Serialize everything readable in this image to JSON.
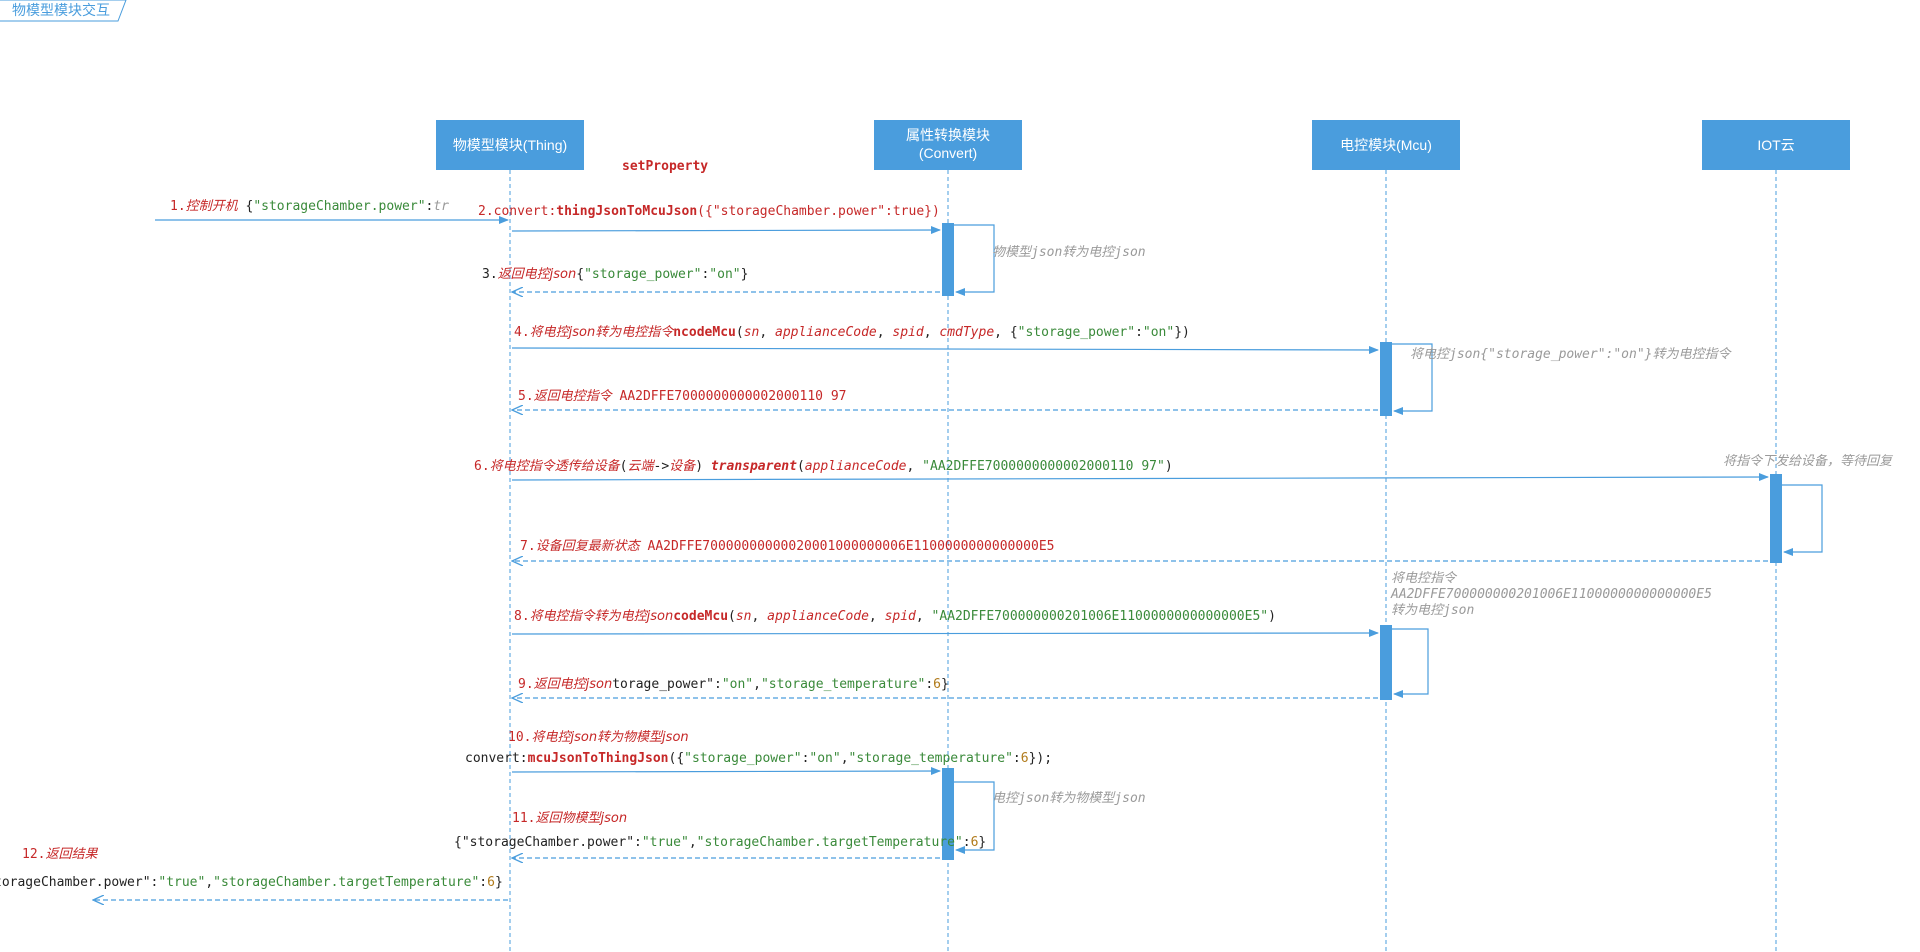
{
  "frame_label": "物模型模块交互",
  "participants": [
    {
      "line1": "物模型模块(Thing)",
      "line2": ""
    },
    {
      "line1": "属性转换模块",
      "line2": "(Convert)"
    },
    {
      "line1": "电控模块(Mcu)",
      "line2": ""
    },
    {
      "line1": "IOT云",
      "line2": ""
    }
  ],
  "colors": {
    "box": "#4a9ddd",
    "lifeline": "#4a9ddd",
    "red_text": "#c62828",
    "green_text": "#3a8a3a",
    "grey_note": "#9a9a9a"
  },
  "messages": [
    {
      "kind": "solid",
      "segments": [
        {
          "text": "setProperty",
          "style": "red bold"
        }
      ]
    },
    {
      "kind": "solid",
      "segments": [
        {
          "text": "1.",
          "style": "red"
        },
        {
          "text": "控制开机",
          "style": "red ital cjk"
        },
        {
          "text": " {",
          "style": "dark"
        },
        {
          "text": "\"storageChamber.power\"",
          "style": "green"
        },
        {
          "text": ":",
          "style": "dark"
        },
        {
          "text": "tr",
          "style": "grey"
        }
      ]
    },
    {
      "kind": "solid",
      "segments": [
        {
          "text": "2.",
          "style": "red"
        },
        {
          "text": "convert:",
          "style": "red"
        },
        {
          "text": "thingJsonToMcuJson",
          "style": "red bold"
        },
        {
          "text": "({",
          "style": "red"
        },
        {
          "text": "\"storageChamber.power\"",
          "style": "red"
        },
        {
          "text": ":true})",
          "style": "red"
        }
      ]
    },
    {
      "kind": "dashed",
      "segments": [
        {
          "text": "3.",
          "style": "dark"
        },
        {
          "text": "返回电控json",
          "style": "red ital cjk"
        },
        {
          "text": "{",
          "style": "dark"
        },
        {
          "text": "\"storage_power\"",
          "style": "green"
        },
        {
          "text": ":",
          "style": "dark"
        },
        {
          "text": "\"on\"",
          "style": "green"
        },
        {
          "text": "}",
          "style": "dark"
        }
      ]
    },
    {
      "kind": "solid",
      "segments": [
        {
          "text": "4.",
          "style": "red"
        },
        {
          "text": "将电控json转为电控指令",
          "style": "red ital cjk"
        },
        {
          "text": "ncodeMcu",
          "style": "red bold"
        },
        {
          "text": "(",
          "style": "dark"
        },
        {
          "text": "sn",
          "style": "red ital"
        },
        {
          "text": ", ",
          "style": "dark"
        },
        {
          "text": "applianceCode",
          "style": "red ital"
        },
        {
          "text": ", ",
          "style": "dark"
        },
        {
          "text": "spid",
          "style": "red ital"
        },
        {
          "text": ", ",
          "style": "dark"
        },
        {
          "text": "cmdType",
          "style": "red ital"
        },
        {
          "text": ", {",
          "style": "dark"
        },
        {
          "text": "\"storage_power\"",
          "style": "green"
        },
        {
          "text": ":",
          "style": "dark"
        },
        {
          "text": "\"on\"",
          "style": "green"
        },
        {
          "text": "})",
          "style": "dark"
        }
      ]
    },
    {
      "kind": "dashed",
      "segments": [
        {
          "text": "5.",
          "style": "red"
        },
        {
          "text": "返回电控指令",
          "style": "red ital cjk"
        },
        {
          "text": " AA2DFFE7000000000002000110 97",
          "style": "red"
        }
      ]
    },
    {
      "kind": "solid",
      "segments": [
        {
          "text": "6.",
          "style": "red"
        },
        {
          "text": "将电控指令透传给设备",
          "style": "red ital cjk"
        },
        {
          "text": "(",
          "style": "dark"
        },
        {
          "text": "云端",
          "style": "red ital cjk"
        },
        {
          "text": "->",
          "style": "dark"
        },
        {
          "text": "设备",
          "style": "red ital cjk"
        },
        {
          "text": ")  ",
          "style": "dark"
        },
        {
          "text": "transparent",
          "style": "red bold ital"
        },
        {
          "text": "(",
          "style": "dark"
        },
        {
          "text": "applianceCode",
          "style": "red ital"
        },
        {
          "text": ", ",
          "style": "dark"
        },
        {
          "text": "\"AA2DFFE7000000000002000110 97\"",
          "style": "green"
        },
        {
          "text": ")",
          "style": "dark"
        }
      ]
    },
    {
      "kind": "dashed",
      "segments": [
        {
          "text": "7.",
          "style": "red"
        },
        {
          "text": "设备回复最新状态",
          "style": "red ital cjk"
        },
        {
          "text": "  AA2DFFE70000000000020001000000006E1100000000000000E5",
          "style": "red"
        }
      ]
    },
    {
      "kind": "solid",
      "segments": [
        {
          "text": "8.",
          "style": "red"
        },
        {
          "text": "将电控指令转为电控json",
          "style": "red ital cjk"
        },
        {
          "text": "codeMcu",
          "style": "red bold"
        },
        {
          "text": "(",
          "style": "dark"
        },
        {
          "text": "sn",
          "style": "red ital"
        },
        {
          "text": ", ",
          "style": "dark"
        },
        {
          "text": "applianceCode",
          "style": "red ital"
        },
        {
          "text": ", ",
          "style": "dark"
        },
        {
          "text": "spid",
          "style": "red ital"
        },
        {
          "text": ", ",
          "style": "dark"
        },
        {
          "text": "\"AA2DFFE700000000201006E1100000000000000E5\"",
          "style": "green"
        },
        {
          "text": ")",
          "style": "dark"
        }
      ]
    },
    {
      "kind": "dashed",
      "segments": [
        {
          "text": "9.",
          "style": "red"
        },
        {
          "text": "返回电控json",
          "style": "red ital cjk"
        },
        {
          "text": "torage_power\"",
          "style": "dark"
        },
        {
          "text": ":",
          "style": "dark"
        },
        {
          "text": "\"on\"",
          "style": "green"
        },
        {
          "text": ",",
          "style": "dark"
        },
        {
          "text": "\"storage_temperature\"",
          "style": "green"
        },
        {
          "text": ":",
          "style": "dark"
        },
        {
          "text": "6",
          "style": "num"
        },
        {
          "text": "}",
          "style": "dark"
        }
      ]
    },
    {
      "kind": "solid",
      "segments": [
        {
          "text": "10.",
          "style": "red"
        },
        {
          "text": "将电控json转为物模型json",
          "style": "red ital cjk"
        }
      ]
    },
    {
      "kind": "solid",
      "segments": [
        {
          "text": "convert:",
          "style": "dark"
        },
        {
          "text": "mcuJsonToThingJson",
          "style": "red bold"
        },
        {
          "text": "({",
          "style": "dark"
        },
        {
          "text": "\"storage_power\"",
          "style": "green"
        },
        {
          "text": ":",
          "style": "dark"
        },
        {
          "text": "\"on\"",
          "style": "green"
        },
        {
          "text": ",",
          "style": "dark"
        },
        {
          "text": "\"storage_temperature\"",
          "style": "green"
        },
        {
          "text": ":",
          "style": "dark"
        },
        {
          "text": "6",
          "style": "num"
        },
        {
          "text": "});",
          "style": "dark"
        }
      ]
    },
    {
      "kind": "dashed",
      "segments": [
        {
          "text": "11.",
          "style": "red"
        },
        {
          "text": "返回物模型json",
          "style": "red ital cjk"
        }
      ]
    },
    {
      "kind": "dashed",
      "segments": [
        {
          "text": "{",
          "style": "dark"
        },
        {
          "text": "\"storageChamber.power\"",
          "style": "dark"
        },
        {
          "text": ":",
          "style": "dark"
        },
        {
          "text": "\"true\"",
          "style": "green"
        },
        {
          "text": ",",
          "style": "dark"
        },
        {
          "text": "\"storageChamber.targetTemperature\"",
          "style": "green"
        },
        {
          "text": ":",
          "style": "dark"
        },
        {
          "text": "6",
          "style": "num"
        },
        {
          "text": "}",
          "style": "dark"
        }
      ]
    },
    {
      "kind": "dashed",
      "segments": [
        {
          "text": "12.",
          "style": "red"
        },
        {
          "text": "返回结果",
          "style": "red ital cjk"
        }
      ]
    },
    {
      "kind": "dashed",
      "segments": [
        {
          "text": "torageChamber.power\"",
          "style": "dark"
        },
        {
          "text": ":",
          "style": "dark"
        },
        {
          "text": "\"true\"",
          "style": "green"
        },
        {
          "text": ",",
          "style": "dark"
        },
        {
          "text": "\"storageChamber.targetTemperature\"",
          "style": "green"
        },
        {
          "text": ":",
          "style": "dark"
        },
        {
          "text": "6",
          "style": "num"
        },
        {
          "text": "}",
          "style": "dark"
        }
      ]
    }
  ],
  "notes": [
    {
      "lines": [
        "物模型json转为电控json"
      ]
    },
    {
      "lines": [
        "将电控json{\"storage_power\":\"on\"}转为电控指令"
      ]
    },
    {
      "lines": [
        "将指令下发给设备，等待回复"
      ]
    },
    {
      "lines": [
        "将电控指令",
        "AA2DFFE700000000201006E1100000000000000E5",
        "转为电控json"
      ]
    },
    {
      "lines": [
        "电控json转为物模型json"
      ]
    }
  ]
}
